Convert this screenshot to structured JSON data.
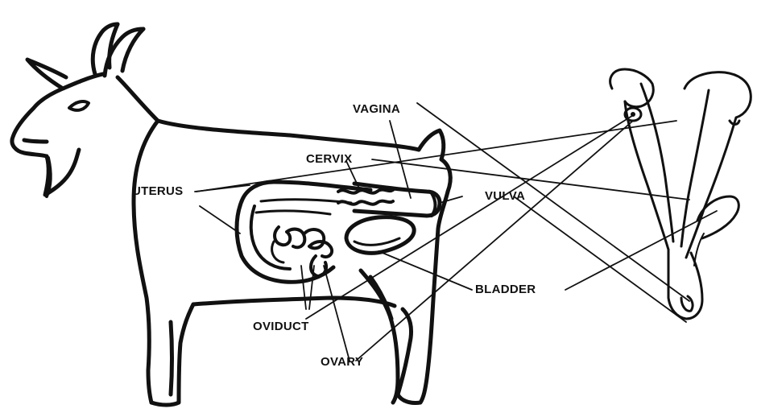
{
  "diagram": {
    "labels": {
      "vagina": "VAGINA",
      "cervix": "CERVIX",
      "uterus": "UTERUS",
      "vulva": "VULVA",
      "bladder": "BLADDER",
      "oviduct": "OVIDUCT",
      "ovary": "OVARY"
    },
    "colors": {
      "ink": "#111111",
      "background": "#ffffff"
    }
  }
}
